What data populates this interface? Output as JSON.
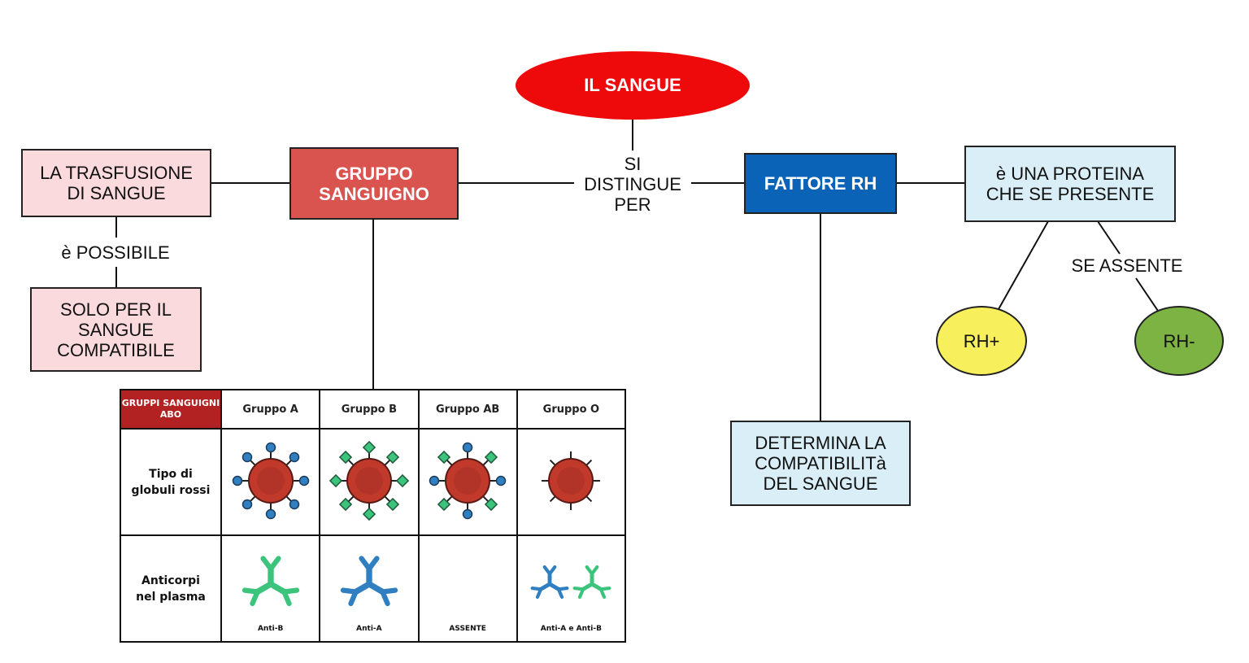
{
  "title": "IL SANGUE",
  "connector_main": "SI\nDISTINGUE\nPER",
  "left": {
    "group": "GRUPPO\nSANGUIGNO",
    "transfusion": "LA TRASFUSIONE\nDI SANGUE",
    "possible_label": "è POSSIBILE",
    "compatible": "SOLO PER IL\nSANGUE\nCOMPATIBILE"
  },
  "right": {
    "rh": "FATTORE RH",
    "protein": "è UNA PROTEINA\nCHE SE PRESENTE",
    "absent_label": "SE ASSENTE",
    "rh_pos": "RH+",
    "rh_neg": "RH-",
    "determines": "DETERMINA LA\nCOMPATIBILITà\nDEL SANGUE"
  },
  "abo_table": {
    "corner": "GRUPPI SANGUIGNI\nABO",
    "columns": [
      "Gruppo A",
      "Gruppo B",
      "Gruppo AB",
      "Gruppo O"
    ],
    "row1_label": "Tipo di\nglobuli rossi",
    "row2_label": "Anticorpi\nnel plasma",
    "antibodies": [
      "Anti-B",
      "Anti-A",
      "ASSENTE",
      "Anti-A e Anti-B"
    ]
  },
  "colors": {
    "title_red": "#ee0a0a",
    "group_red": "#d9534f",
    "rh_blue": "#0b63b8",
    "pink_box": "#fadadd",
    "light_blue_box": "#d9eef6",
    "rh_pos_yellow": "#f7ef5c",
    "rh_neg_green": "#7cb342",
    "antigen_blue": "#2f7fc1",
    "antigen_green": "#3cc47c",
    "cell_red": "#c0392b"
  }
}
